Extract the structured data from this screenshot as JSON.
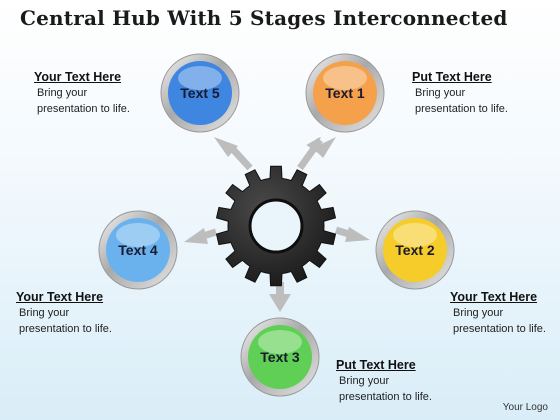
{
  "title": "Central Hub With 5 Stages Interconnected",
  "stages": [
    {
      "label": "Text 1",
      "color": "#f5a04a"
    },
    {
      "label": "Text 2",
      "color": "#f5cc2a"
    },
    {
      "label": "Text 3",
      "color": "#5fcf55"
    },
    {
      "label": "Text 4",
      "color": "#6ab2ee"
    },
    {
      "label": "Text 5",
      "color": "#3f86e0"
    }
  ],
  "notes": [
    {
      "heading": "Your Text Here",
      "line1": "Bring your",
      "line2": "presentation to life."
    },
    {
      "heading": "Put Text Here",
      "line1": "Bring your",
      "line2": "presentation to life."
    },
    {
      "heading": "Your Text Here",
      "line1": "Bring your",
      "line2": "presentation to life."
    },
    {
      "heading": "Your Text Here",
      "line1": "Bring your",
      "line2": "presentation to life."
    },
    {
      "heading": "Put Text Here",
      "line1": "Bring your",
      "line2": "presentation to life."
    }
  ],
  "hub": {
    "icon": "gear-icon",
    "color": "#2a2a2a"
  },
  "logo": "Your Logo"
}
